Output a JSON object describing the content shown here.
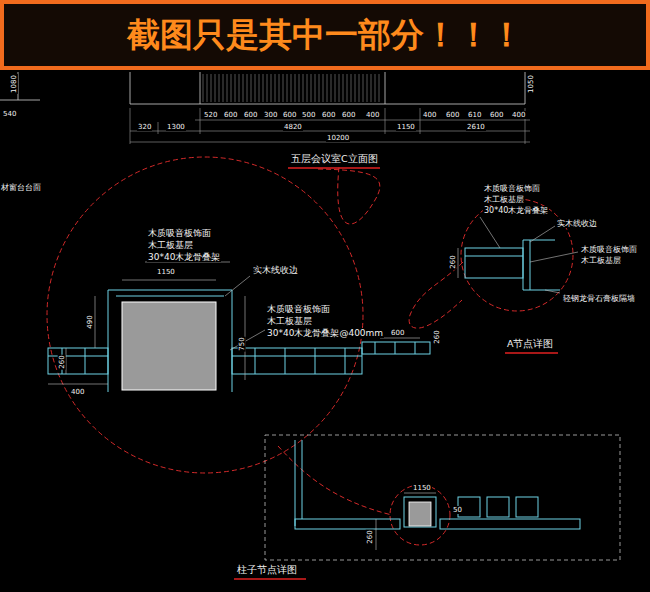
{
  "diagram": {
    "title": "截图只是其中一部分！！！",
    "labels": [
      "1080",
      "540",
      "1050",
      "520",
      "600",
      "600",
      "300",
      "600",
      "500",
      "600",
      "600",
      "400",
      "400",
      "600",
      "610",
      "600",
      "400",
      "320",
      "1300",
      "4820",
      "1150",
      "2610",
      "10200",
      "五层会议室C立面图",
      "材窗台台面",
      "木质吸音板饰面",
      "木工板基层",
      "30*40木龙骨叠架",
      "1150",
      "实木线收边",
      "490",
      "750",
      "木质吸音板饰面",
      "木工板基层",
      "30*40木龙骨叠架@400mm",
      "260",
      "400",
      "木质吸音板饰面",
      "木工板基层",
      "30*40木龙骨叠架",
      "实木线收边",
      "260",
      "木质吸音板饰面",
      "木工板基层",
      "轻钢龙骨石膏板隔墙",
      "600",
      "260",
      "A节点详图",
      "1150",
      "50",
      "260",
      "柱子节点详图"
    ]
  }
}
